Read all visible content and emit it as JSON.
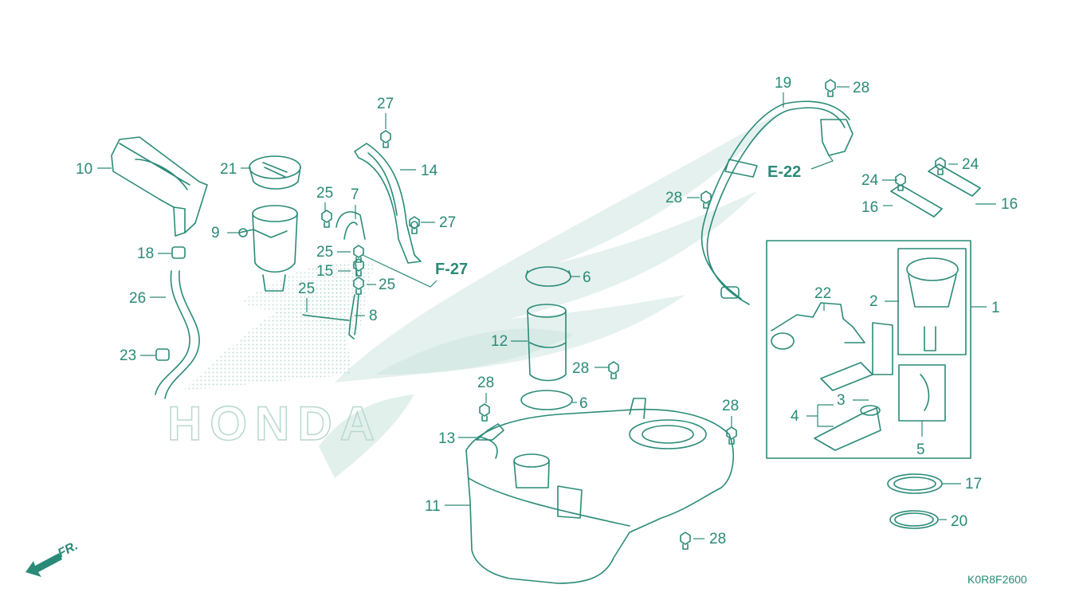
{
  "diagram": {
    "drawing_code": "K0R8F2600",
    "brand_watermark": "HONDA",
    "direction_label": "FR.",
    "colors": {
      "ink": "#2a8a78",
      "watermark": "#cfe6e0",
      "watermark_dots": "#b8d8d0",
      "background": "#ffffff"
    },
    "cross_references": [
      "F-27",
      "E-22"
    ],
    "callouts": [
      "1",
      "2",
      "3",
      "4",
      "5",
      "6",
      "6",
      "7",
      "8",
      "9",
      "10",
      "11",
      "12",
      "13",
      "14",
      "15",
      "16",
      "16",
      "17",
      "18",
      "19",
      "20",
      "21",
      "22",
      "23",
      "24",
      "24",
      "25",
      "25",
      "25",
      "25",
      "26",
      "27",
      "27",
      "28",
      "28",
      "28",
      "28",
      "28",
      "28"
    ]
  }
}
